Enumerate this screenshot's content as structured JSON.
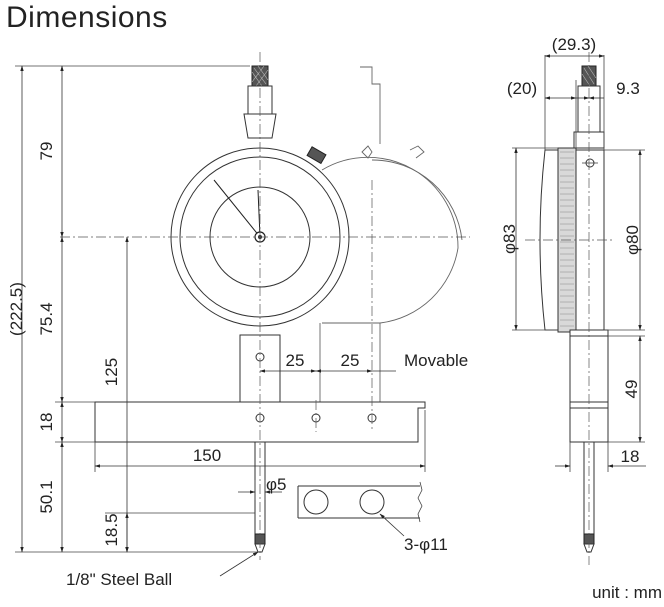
{
  "title": "Dimensions",
  "unit": "unit : mm",
  "labels": {
    "overall_height": "(222.5)",
    "top_to_center": "79",
    "center_to_base_top": "75.4",
    "center_to_bottom": "125",
    "base_thickness": "18",
    "below_base": "50.1",
    "tip_length": "18.5",
    "pitch_1": "25",
    "pitch_2": "25",
    "movable": "Movable",
    "base_width": "150",
    "rod_dia": "φ5",
    "holes": "3-φ11",
    "steel_ball": "1/8\" Steel Ball",
    "side_total": "(29.3)",
    "side_back": "(20)",
    "side_offset": "9.3",
    "bezel_dia": "φ83",
    "dial_dia": "φ80",
    "stem_length": "49",
    "side_base": "18"
  }
}
